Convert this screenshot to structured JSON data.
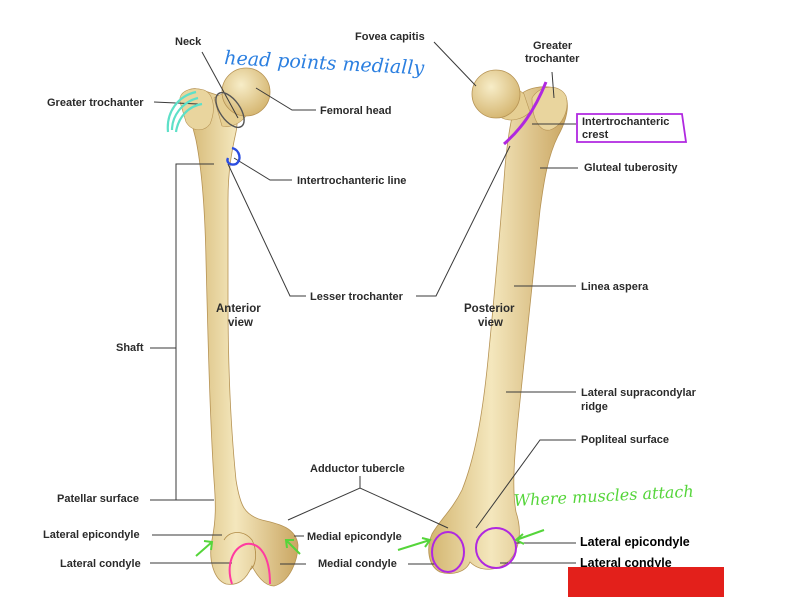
{
  "labels": {
    "neck": "Neck",
    "greater_trochanter_left": "Greater trochanter",
    "femoral_head": "Femoral head",
    "intertrochanteric_line": "Intertrochanteric line",
    "lesser_trochanter": "Lesser trochanter",
    "shaft": "Shaft",
    "patellar_surface": "Patellar surface",
    "lateral_epicondyle_left": "Lateral epicondyle",
    "lateral_condyle_left": "Lateral condyle",
    "adductor_tubercle": "Adductor tubercle",
    "medial_epicondyle": "Medial epicondyle",
    "medial_condyle": "Medial condyle",
    "fovea_capitis": "Fovea capitis",
    "greater_trochanter_right_line1": "Greater",
    "greater_trochanter_right_line2": "trochanter",
    "intertrochanteric_crest_line1": "Intertrochanteric",
    "intertrochanteric_crest_line2": "crest",
    "gluteal_tuberosity": "Gluteal tuberosity",
    "linea_aspera": "Linea aspera",
    "lateral_supracondylar_ridge_line1": "Lateral supracondylar",
    "lateral_supracondylar_ridge_line2": "ridge",
    "popliteal_surface": "Popliteal surface",
    "lateral_epicondyle_right": "Lateral epicondyle",
    "lateral_condyle_right": "Lateral condyle"
  },
  "views": {
    "anterior_line1": "Anterior",
    "anterior_line2": "view",
    "posterior_line1": "Posterior",
    "posterior_line2": "view"
  },
  "annotations": {
    "head_points_medially": "head points medially",
    "where_muscles_attach": "Where muscles attach"
  },
  "colors": {
    "bone_light": "#f1e3b4",
    "bone_mid": "#e2c98a",
    "bone_dark": "#c6a35e",
    "annotation_cyan": "#5ee0c8",
    "annotation_blue": "#2b4de0",
    "annotation_magenta": "#ff3ba0",
    "annotation_purple": "#b028e0",
    "annotation_green": "#55d53a",
    "redaction_red": "#e3201b"
  }
}
